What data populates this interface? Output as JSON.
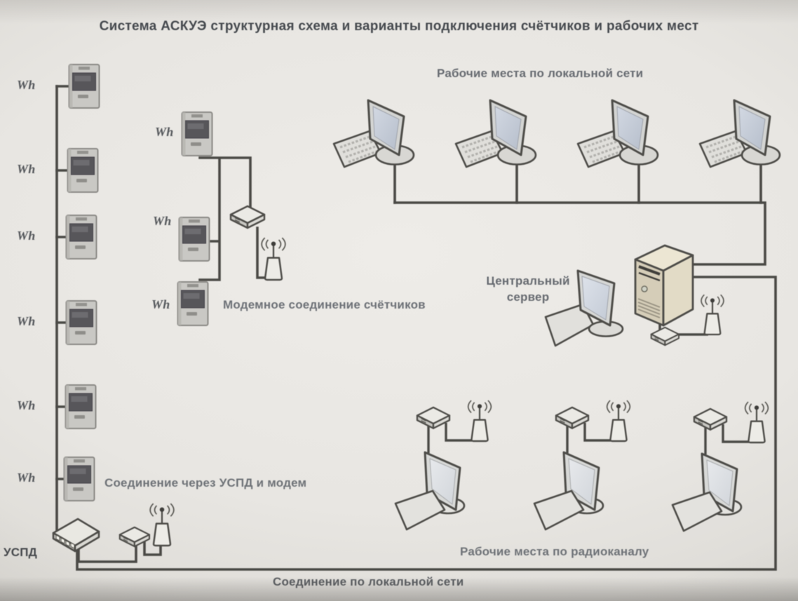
{
  "title": "Система АСКУЭ структурная схема и варианты подключения счётчиков и рабочих мест",
  "sections": {
    "lan_workstations": {
      "label": "Рабочие места по локальной сети",
      "workstation_count": 4
    },
    "modem_meters": {
      "label": "Модемное соединение счётчиков",
      "meters": [
        "Wh",
        "Wh",
        "Wh"
      ]
    },
    "central_server": {
      "label_line1": "Центральный",
      "label_line2": "сервер"
    },
    "uspd": {
      "device_label": "УСПД",
      "connection_label": "Соединение через УСПД и модем",
      "meters": [
        "Wh",
        "Wh",
        "Wh",
        "Wh",
        "Wh",
        "Wh"
      ]
    },
    "radio_workstations": {
      "label": "Рабочие места по радиоканалу",
      "workstation_count": 3
    },
    "lan_link": {
      "label": "Соединение по локальной сети"
    }
  },
  "colors": {
    "line": "#4b4a46",
    "label_text": "#666a70",
    "title_text": "#45494e",
    "server_body": "#d5cdb8",
    "screen_blue": "#c7cdd9",
    "canvas": "#e8e6e2"
  }
}
